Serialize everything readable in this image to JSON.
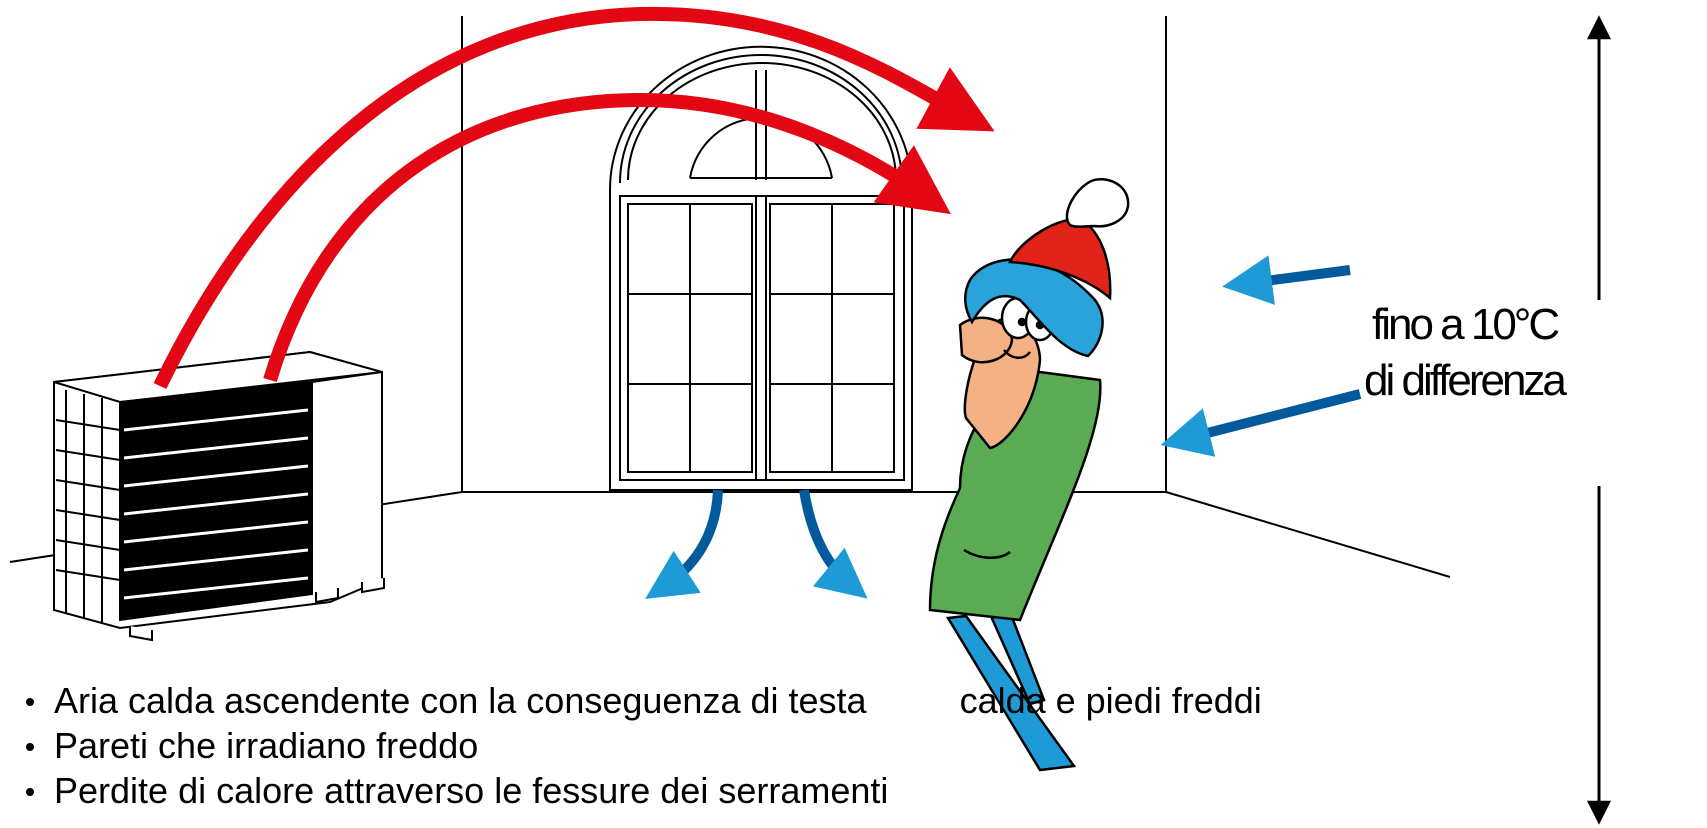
{
  "temperature_note": {
    "line1": "fino a 10°C",
    "line2": "di differenza"
  },
  "bullets": [
    {
      "part1": "Aria calda ascendente con la conseguenza di testa",
      "part2": "calda e piedi freddi"
    },
    {
      "part1": "Pareti che irradiano freddo"
    },
    {
      "part1": "Perdite di calore attraverso le fessure dei serramenti"
    }
  ],
  "colors": {
    "warm_air": "#e30613",
    "cold_air_light": "#1e9ad6",
    "cold_air_dark": "#005a9c",
    "jacket": "#5aab54",
    "hat_blue": "#29a3da",
    "hat_red": "#e2231a",
    "face": "#f4b183",
    "legs": "#1e9ad6"
  },
  "icons": {
    "outdoor_unit": "heat-pump-unit-icon",
    "person": "cold-person-icon",
    "window": "arched-window-icon"
  }
}
